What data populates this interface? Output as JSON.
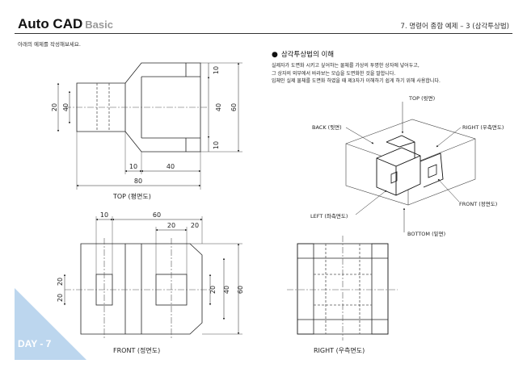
{
  "header": {
    "title_main": "Auto CAD",
    "title_sub": "Basic",
    "chapter": "7. 명령어 종합 예제 – 3 (삼각투상법)"
  },
  "instruction": "아래의 예제를 작성해보세요.",
  "section": {
    "bullet": "●",
    "heading": "삼각투상법의 이해",
    "lines": [
      "실제자가 도면화 시키고 싶어하는 물체를 가상의 투명한 상자에 넣어두고,",
      "그 상자의 외부에서 바라보는 모습을 도면화한 것을 말합니다.",
      "입체인 실제 물체를 도면화 하였을 때 제3자가 이해하기 쉽게 하기 위해 사용합니다."
    ]
  },
  "iso_labels": {
    "top": "TOP (윗면)",
    "back": "BACK (뒷면)",
    "right": "RIGHT (우측면도)",
    "front": "FRONT (정면도)",
    "left": "LEFT (좌측면도)",
    "bottom": "BOTTOM (밑면)"
  },
  "captions": {
    "top_view": "TOP (평면도)",
    "front_view": "FRONT (정면도)",
    "right_view": "RIGHT (우측면도)"
  },
  "dims": {
    "top": {
      "left20": "20",
      "left40": "40",
      "r10a": "10",
      "r40": "40",
      "r10b": "10",
      "r60": "60",
      "b10": "10",
      "b40": "40",
      "b80": "80"
    },
    "front": {
      "t10": "10",
      "t60": "60",
      "t20a": "20",
      "t20b": "20",
      "l20a": "20",
      "l20b": "20",
      "r20": "20",
      "r40": "40",
      "r60": "60"
    }
  },
  "badge": "DAY - 7",
  "colors": {
    "accent": "#bcd6ee",
    "line": "#222222",
    "center": "#555555"
  }
}
